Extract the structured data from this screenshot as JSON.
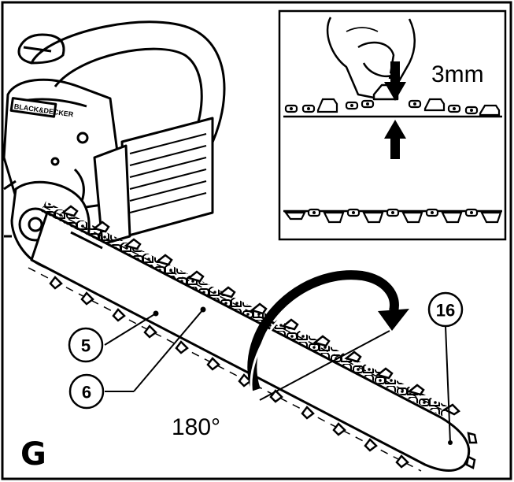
{
  "figure": {
    "letter": "G",
    "angle_label": "180°",
    "tension_label": "3mm",
    "callouts": [
      "5",
      "6",
      "16"
    ]
  },
  "colors": {
    "line": "#000000",
    "background": "#ffffff"
  },
  "icons": [
    "chainsaw-illustration",
    "rotation-arrow-icon",
    "arrow-down-icon",
    "arrow-up-icon",
    "hand-icon"
  ]
}
